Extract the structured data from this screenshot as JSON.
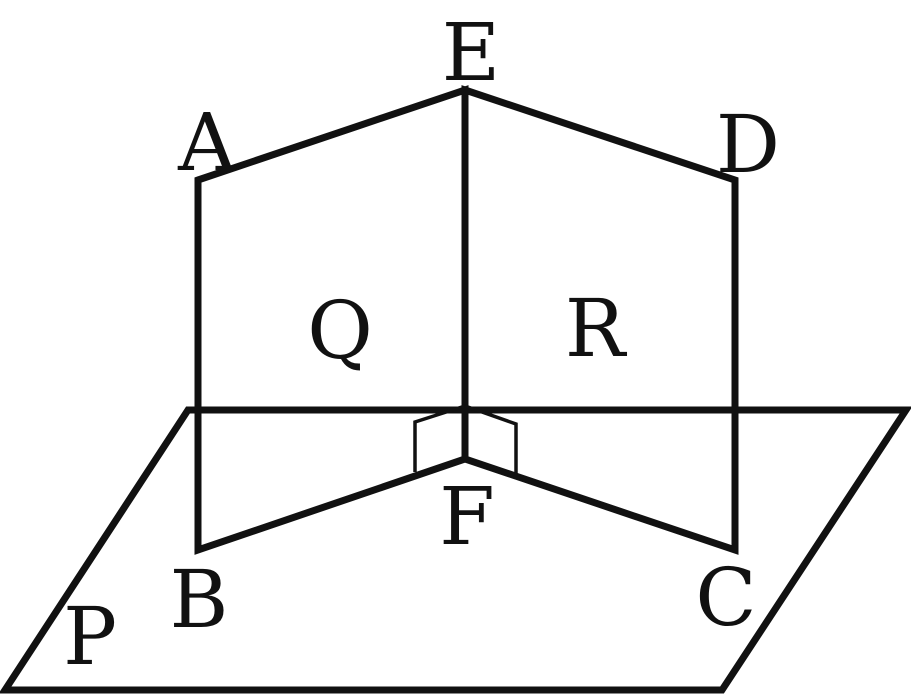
{
  "diagram": {
    "colors": {
      "plane_p": "#fde2b4",
      "plane_q": "#e0d5ec",
      "plane_r": "#aae0fa",
      "stroke": "#111111"
    },
    "planes": {
      "p": {
        "label": "P"
      },
      "q": {
        "label": "Q"
      },
      "r": {
        "label": "R"
      }
    },
    "points": {
      "a": "A",
      "b": "B",
      "c": "C",
      "d": "D",
      "e": "E",
      "f": "F"
    }
  }
}
